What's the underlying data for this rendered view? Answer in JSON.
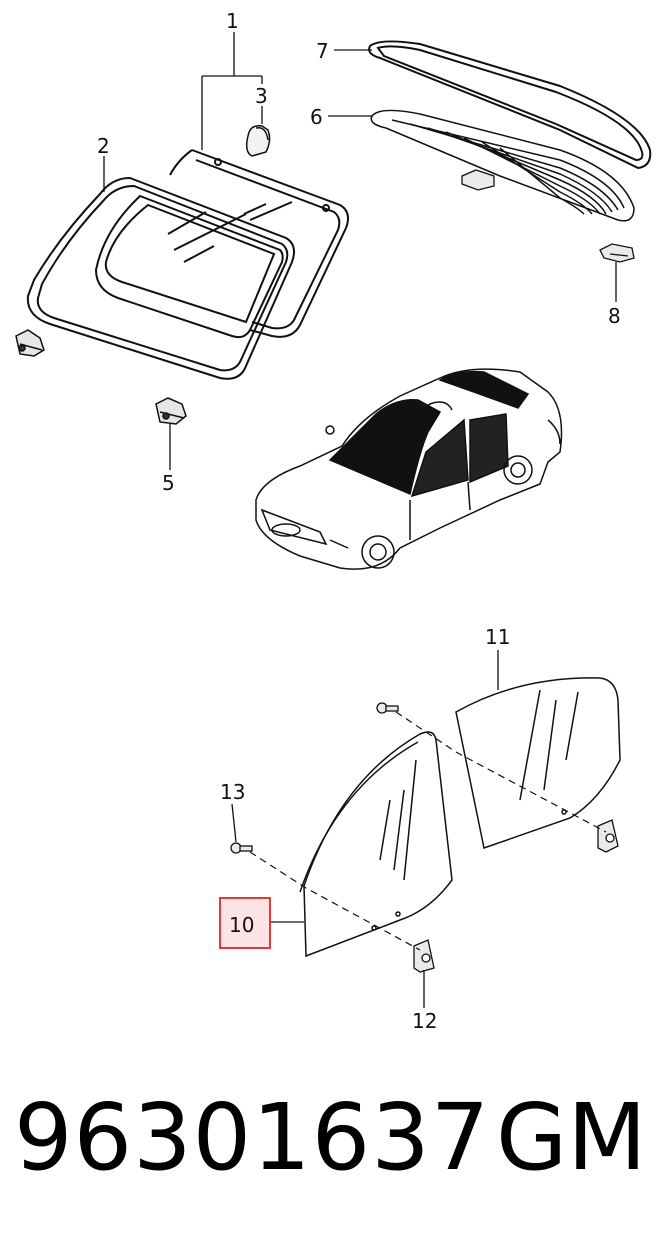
{
  "callouts": {
    "c1": "1",
    "c2": "2",
    "c3": "3",
    "c5": "5",
    "c6": "6",
    "c7": "7",
    "c8": "8",
    "c10": "10",
    "c11": "11",
    "c12": "12",
    "c13": "13"
  },
  "footer": {
    "part_number": "96301637",
    "brand": "GM"
  },
  "highlight": {
    "callout": "10",
    "fill": "#fde4e4",
    "stroke": "#e03a3a"
  }
}
